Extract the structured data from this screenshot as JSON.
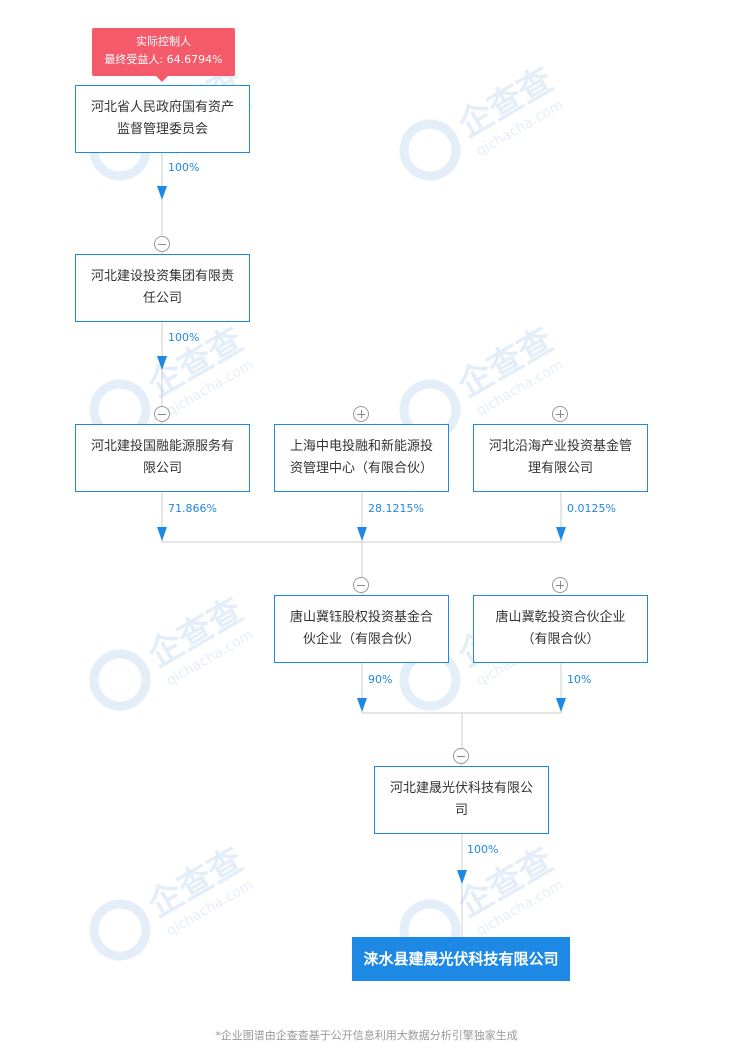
{
  "badge": {
    "line1": "实际控制人",
    "line2": "最终受益人: 64.6794%"
  },
  "nodes": {
    "n1": "河北省人民政府国有资产监督管理委员会",
    "n2": "河北建设投资集团有限责任公司",
    "n3": "河北建投国融能源服务有限公司",
    "n4": "上海中电投融和新能源投资管理中心（有限合伙）",
    "n5": "河北沿海产业投资基金管理有限公司",
    "n6": "唐山冀钰股权投资基金合伙企业（有限合伙）",
    "n7": "唐山冀乾投资合伙企业（有限合伙）",
    "n8": "河北建晟光伏科技有限公司",
    "n9": "涞水县建晟光伏科技有限公司"
  },
  "edges": {
    "e1": "100%",
    "e2": "100%",
    "e3": "71.866%",
    "e4": "28.1215%",
    "e5": "0.0125%",
    "e6": "90%",
    "e7": "10%",
    "e8": "100%"
  },
  "watermark": {
    "brand": "企查查",
    "domain": "qichacha.com"
  },
  "footer": "*企业图谱由企查查基于公开信息利用大数据分析引擎独家生成",
  "colors": {
    "accent": "#1e88e5",
    "badge": "#f45a6a",
    "line": "#cccccc",
    "watermark": "#e4eef8"
  }
}
